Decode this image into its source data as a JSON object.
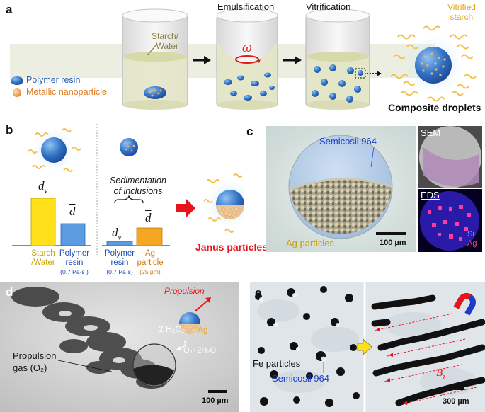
{
  "panel_a": {
    "letter": "a",
    "stage_emulsification": "Emulsification",
    "stage_vitrification": "Vitrification",
    "starch_water_line1": "Starch/",
    "starch_water_line2": "Water",
    "omega": "ω",
    "vitrified_line1": "Vitrified",
    "vitrified_line2": "starch",
    "legend_resin": "Polymer resin",
    "legend_nano": "Metallic nanoparticle",
    "composite": "Composite droplets",
    "colors": {
      "resin": "#2f6fc4",
      "nano": "#f2b06a",
      "vitrified": "#e8a21e",
      "starch_line": "#8a8140"
    }
  },
  "panel_b": {
    "letter": "b",
    "dv_sub": "v",
    "d": "d",
    "bar_starch_line1": "Starch",
    "bar_starch_line2": "/Water",
    "bar_resin_line1": "Polymer",
    "bar_resin_line2": "resin",
    "bar_resin_visc": "(0.7 Pa·s )",
    "sedimentation_line1": "Sedimentation",
    "sedimentation_line2": "of inclusions",
    "bar2_resin_line1": "Polymer",
    "bar2_resin_line2": "resin",
    "bar2_resin_visc": "(0.7 Pa·s)",
    "bar_ag_line1": "Ag",
    "bar_ag_line2": "particle",
    "bar_ag_size": "(25 µm)",
    "janus": "Janus particles",
    "colors": {
      "yellow": "#ffe01a",
      "blue": "#5b9be0",
      "orange": "#f5a623",
      "red": "#e8141b"
    }
  },
  "panel_c": {
    "letter": "c",
    "semicosil": "Semicosil 964",
    "ag_particles": "Ag particles",
    "scale": "100 µm",
    "sem": "SEM",
    "eds": "EDS",
    "si": "Si",
    "ag": "Ag"
  },
  "panel_d": {
    "letter": "d",
    "propulsion": "Propulsion",
    "h2o2": "2 H₂O₂",
    "ag": "Ag",
    "products": "O₂+2H₂O",
    "gas_line1": "Propulsion",
    "gas_line2": "gas (O₂)",
    "scale": "100 µm"
  },
  "panel_e": {
    "letter": "e",
    "fe": "Fe particles",
    "semicosil": "Semicosil 964",
    "bz": "B",
    "bz_sub": "z",
    "scale": "300 µm"
  }
}
